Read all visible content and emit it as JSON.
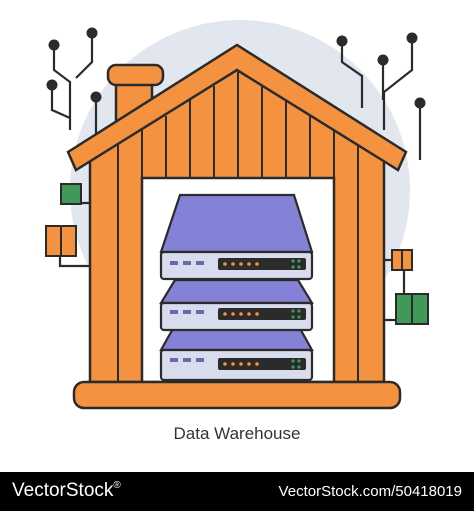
{
  "caption": "Data Warehouse",
  "footer": {
    "brand": "VectorStock",
    "brand_mark": "®",
    "image_id": "VectorStock.com/50418019"
  },
  "colors": {
    "house": "#f4923f",
    "outline": "#2b2b2b",
    "server_top": "#8482d6",
    "server_front": "#7b7acb",
    "backdrop": "#dfe4ef",
    "green": "#3e9a56",
    "footer_bg": "#000000"
  },
  "icons": [
    "house-icon",
    "server-stack-icon",
    "circuit-node-icon",
    "folder-icon"
  ]
}
